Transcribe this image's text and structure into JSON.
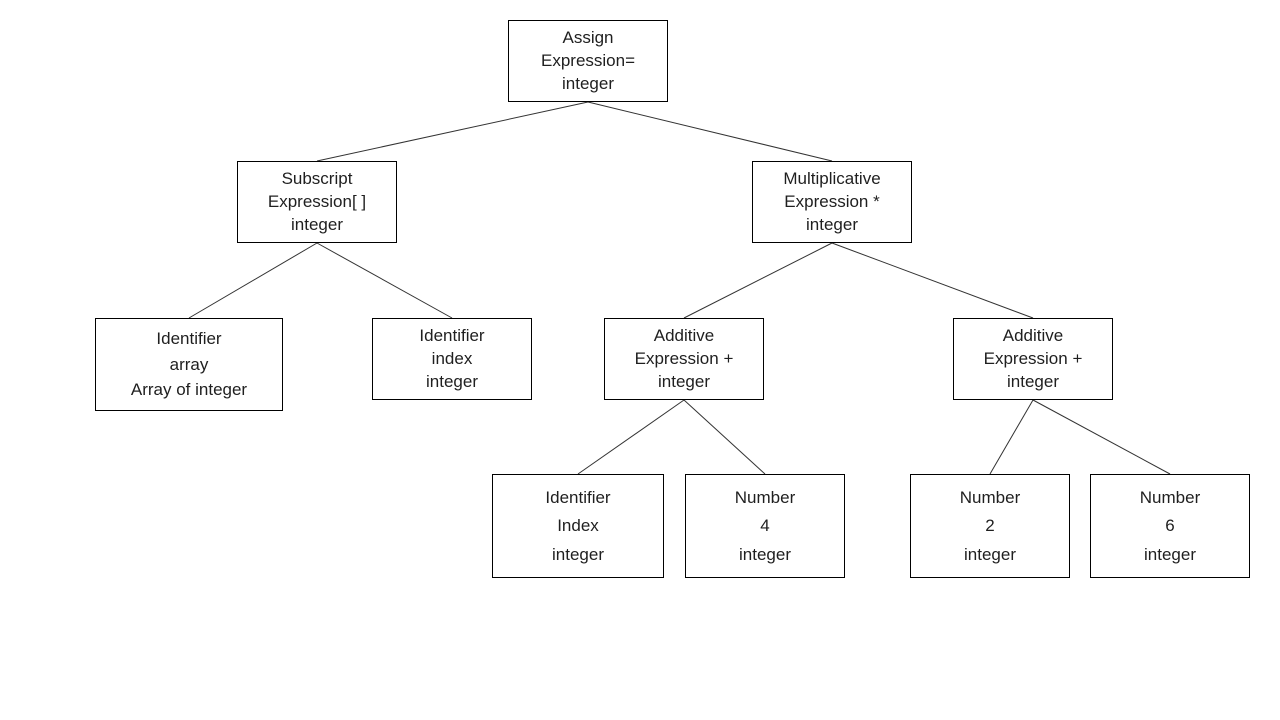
{
  "diagram": {
    "kind": "syntax-tree",
    "colors": {
      "box_border": "#000000",
      "box_fill": "#ffffff",
      "edge_line": "#333333",
      "text": "#1f1f1f",
      "background": "#ffffff"
    },
    "nodes": {
      "assign": {
        "line1": "Assign",
        "line2": "Expression=",
        "line3": "integer"
      },
      "subscript": {
        "line1": "Subscript",
        "line2": "Expression[ ]",
        "line3": "integer"
      },
      "multiplicative": {
        "line1": "Multiplicative",
        "line2": "Expression *",
        "line3": "integer"
      },
      "identifier_array": {
        "line1": "Identifier",
        "line2": "array",
        "line3": "Array of integer"
      },
      "identifier_index": {
        "line1": "Identifier",
        "line2": "index",
        "line3": "integer"
      },
      "additive_left": {
        "line1": "Additive",
        "line2": "Expression +",
        "line3": "integer"
      },
      "additive_right": {
        "line1": "Additive",
        "line2": "Expression +",
        "line3": "integer"
      },
      "identifier_index_lower": {
        "line1": "Identifier",
        "line2": "Index",
        "line3": "integer"
      },
      "number_4": {
        "line1": "Number",
        "line2": "4",
        "line3": "integer"
      },
      "number_2": {
        "line1": "Number",
        "line2": "2",
        "line3": "integer"
      },
      "number_6": {
        "line1": "Number",
        "line2": "6",
        "line3": "integer"
      }
    },
    "edges": [
      [
        "assign",
        "subscript"
      ],
      [
        "assign",
        "multiplicative"
      ],
      [
        "subscript",
        "identifier_array"
      ],
      [
        "subscript",
        "identifier_index"
      ],
      [
        "multiplicative",
        "additive_left"
      ],
      [
        "multiplicative",
        "additive_right"
      ],
      [
        "additive_left",
        "identifier_index_lower"
      ],
      [
        "additive_left",
        "number_4"
      ],
      [
        "additive_right",
        "number_2"
      ],
      [
        "additive_right",
        "number_6"
      ]
    ]
  }
}
